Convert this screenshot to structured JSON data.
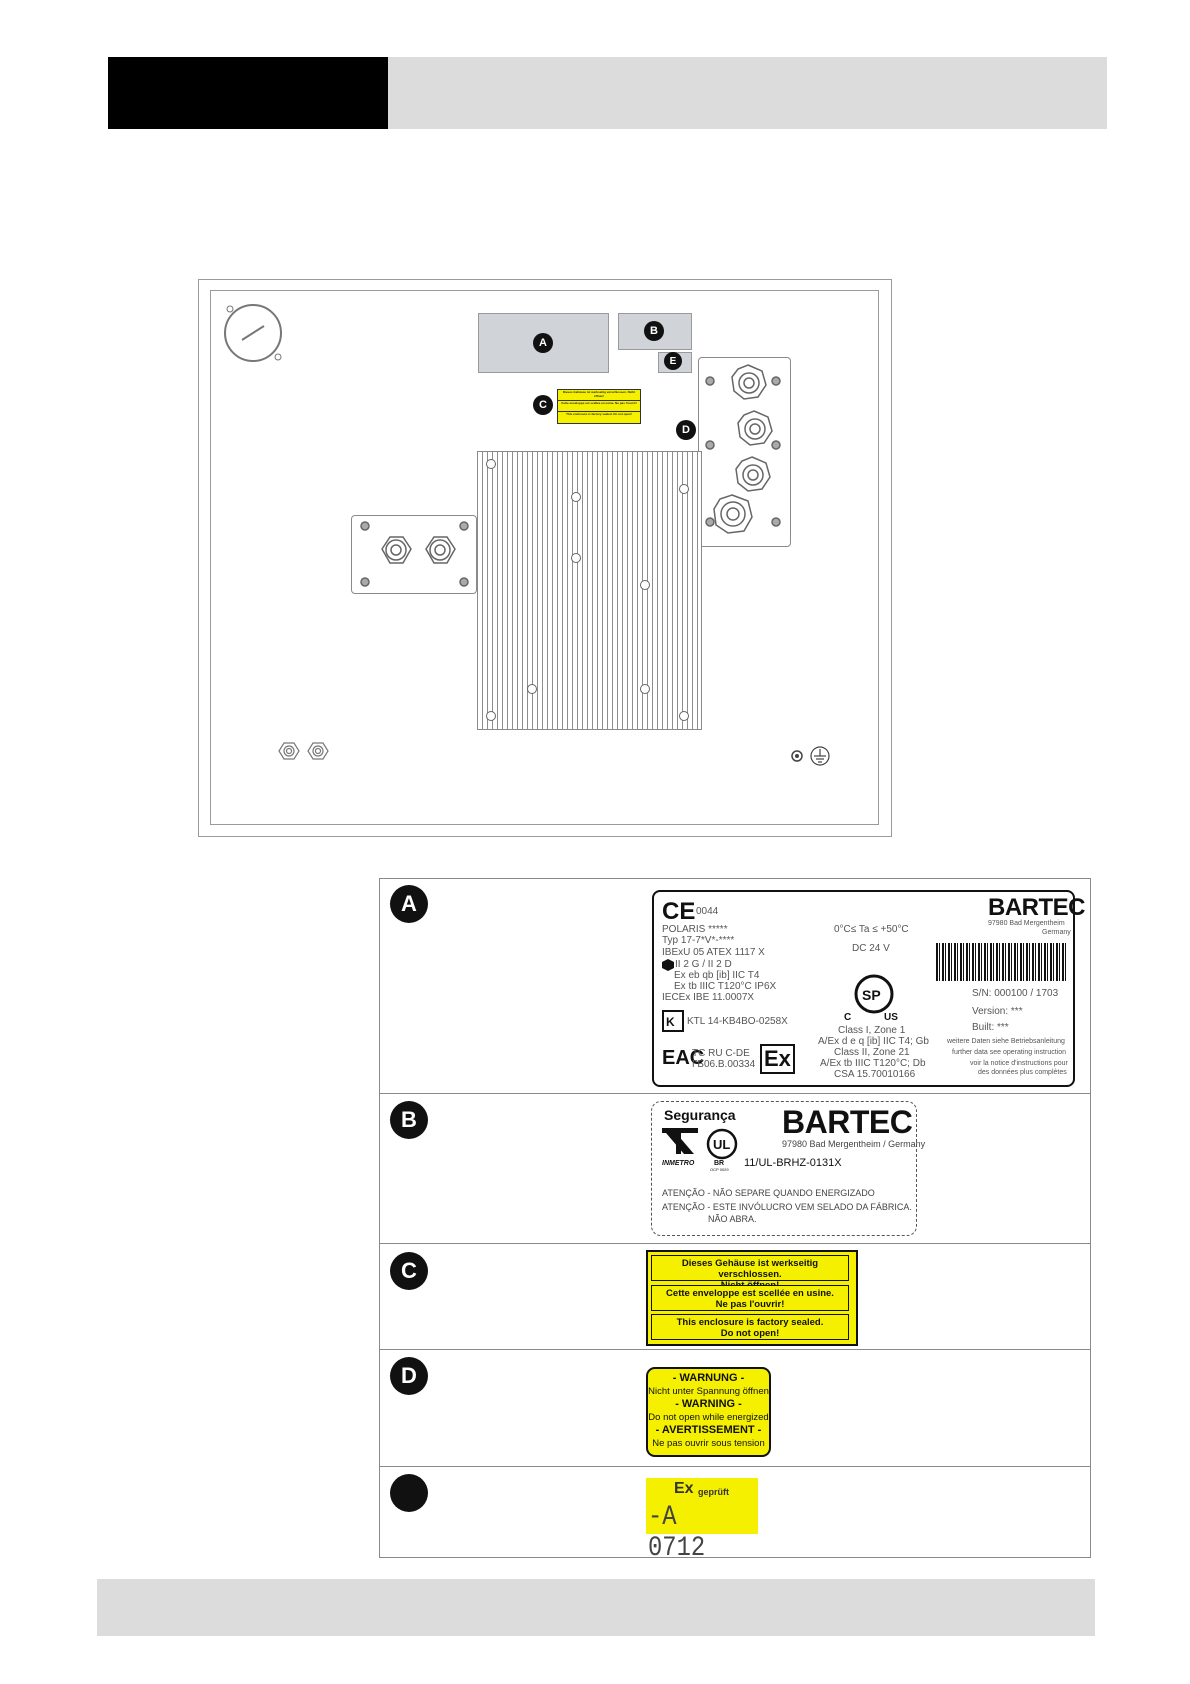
{
  "drawing": {
    "markers": [
      "A",
      "B",
      "C",
      "D",
      "E"
    ],
    "label_c_lines": [
      "Dieses Gehäuse ist werkseitig verschlossen. Nicht öffnen!",
      "Cette enveloppe est scellée en usine. Ne pas l'ouvrir!",
      "This enclosure is factory sealed. Do not open!"
    ]
  },
  "table": {
    "rows": [
      {
        "letter": "A"
      },
      {
        "letter": "B"
      },
      {
        "letter": "C"
      },
      {
        "letter": "D"
      },
      {
        "letter": ""
      }
    ]
  },
  "label_a": {
    "ce_mark": "CE",
    "notified_body": "0044",
    "product": "POLARIS *****",
    "type": "Typ 17-7*V*-****",
    "atex": "IBExU 05 ATEX 1117 X",
    "category": "II 2 G / II 2 D",
    "gas_protection": "Ex eb qb [ib] IIC T4",
    "dust_protection": "Ex tb IIIC T120°C IP6X",
    "iecex": "IECEx IBE 11.0007X",
    "kc": "KTL 14-KB4BO-0258X",
    "eac": "EAC",
    "tr_cu": "TC RU C-DE",
    "tr_cu_no": "ГБ06.B.00334",
    "ex_logo": "Ex",
    "temp": "0°C≤ Ta ≤ +50°C",
    "voltage": "DC 24 V",
    "csa_c": "C",
    "csa_us": "US",
    "class1": "Class I, Zone 1",
    "class1_code": "A/Ex d e q [ib] IIC T4; Gb",
    "class2": "Class II, Zone 21",
    "class2_code": "A/Ex tb IIIC T120°C; Db",
    "csa_no": "CSA 15.70010166",
    "brand": "BARTEC",
    "address1": "97980 Bad Mergentheim",
    "address2": "Germany",
    "sn": "S/N: 000100 / 1703",
    "version": "Version: ***",
    "built": "Built: ***",
    "note1": "weitere Daten siehe Betriebsanleitung",
    "note2": "further data see operating instruction",
    "note3": "voir la notice d'instructions pour",
    "note4": "des données plus complètes"
  },
  "label_b": {
    "title": "Segurança",
    "brand": "BARTEC",
    "address": "97980 Bad Mergentheim / Germany",
    "inmetro": "INMETRO",
    "ul": "UL",
    "br": "BR",
    "ocp": "OCP 0029",
    "cert": "11/UL-BRHZ-0131X",
    "warning1": "ATENÇÃO - NÃO SEPARE QUANDO ENERGIZADO",
    "warning2": "ATENÇÃO - ESTE INVÓLUCRO VEM SELADO DA FÁBRICA.",
    "warning3": "NÃO ABRA."
  },
  "label_c": {
    "line1a": "Dieses Gehäuse ist werkseitig verschlossen.",
    "line1b": "Nicht öffnen!",
    "line2a": "Cette enveloppe est scellée en usine.",
    "line2b": "Ne pas l'ouvrir!",
    "line3a": "This enclosure is factory sealed.",
    "line3b": "Do not open!"
  },
  "label_d": {
    "h1": "- WARNUNG -",
    "t1": "Nicht unter Spannung öffnen",
    "h2": "- WARNING -",
    "t2": "Do not open while energized",
    "h3": "- AVERTISSEMENT -",
    "t3": "Ne pas ouvrir sous tension"
  },
  "label_e": {
    "ex": "Ex",
    "checked": "geprüft",
    "code": "-A 0712"
  },
  "colors": {
    "yellow": "#f5f000",
    "header_black": "#000000",
    "grey_bar": "#dcdcdc"
  }
}
